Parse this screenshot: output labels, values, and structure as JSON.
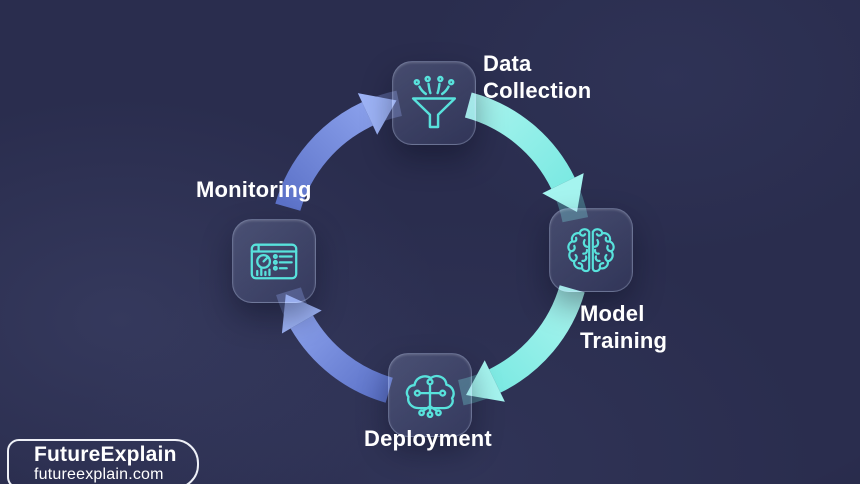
{
  "diagram": {
    "type": "cycle",
    "stages": [
      {
        "label": "Data Collection",
        "icon": "funnel-icon",
        "position": "top"
      },
      {
        "label": "Model Training",
        "icon": "brain-icon",
        "position": "right"
      },
      {
        "label": "Deployment",
        "icon": "cloud-network-icon",
        "position": "bottom"
      },
      {
        "label": "Monitoring",
        "icon": "dashboard-icon",
        "position": "left"
      }
    ],
    "arrows": [
      {
        "name": "monitoring-to-data-collection",
        "color_theme": "blue"
      },
      {
        "name": "data-collection-to-model-training",
        "color_theme": "cyan"
      },
      {
        "name": "model-training-to-deployment",
        "color_theme": "cyan"
      },
      {
        "name": "deployment-to-monitoring",
        "color_theme": "blue"
      }
    ]
  },
  "colors": {
    "background": "#2a2d4e",
    "icon_stroke": "#58e2dc",
    "arrow_blue_start": "#5c72c8",
    "arrow_blue_end": "#93a9f2",
    "arrow_blue_head": "#9db3f6",
    "arrow_cyan_start": "#a9f4ee",
    "arrow_cyan_end": "#72e7e0",
    "arrow_cyan_head": "#a5f4ef",
    "label": "#ffffff"
  },
  "watermark": {
    "brand": "FutureExplain",
    "site": "futureexplain.com"
  }
}
